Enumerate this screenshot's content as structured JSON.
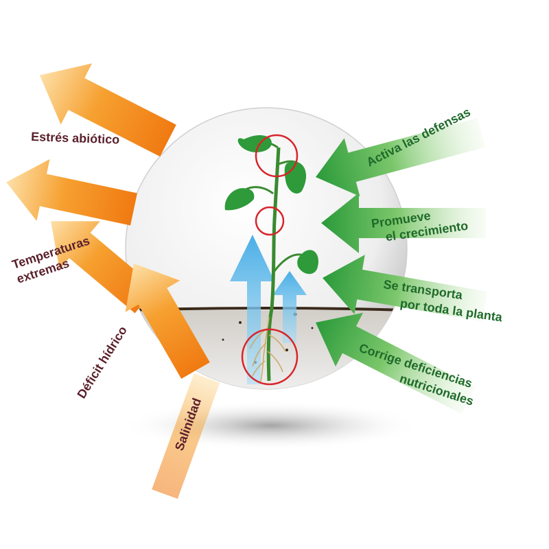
{
  "stressors": [
    {
      "id": "abiotic",
      "lines": [
        "Estrés abiótico"
      ]
    },
    {
      "id": "temperatures",
      "lines": [
        "Temperaturas",
        "extremas"
      ]
    },
    {
      "id": "water",
      "lines": [
        "Déficit hídrico"
      ]
    },
    {
      "id": "salinity",
      "lines": [
        "Salinidad"
      ]
    }
  ],
  "benefits": [
    {
      "id": "defenses",
      "lines": [
        "Activa las defensas"
      ]
    },
    {
      "id": "growth",
      "lines": [
        "Promueve",
        "el crecimiento"
      ]
    },
    {
      "id": "transport",
      "lines": [
        "Se transporta",
        "por toda la planta"
      ]
    },
    {
      "id": "nutrition",
      "lines": [
        "Corrige deficiencias",
        "nutricionales"
      ]
    }
  ],
  "colors": {
    "stress_text": "#5a1f2a",
    "stress_arrow_dark": "#f07a12",
    "stress_arrow_light": "#fde0a8",
    "benefit_text": "#1f6a2a",
    "benefit_arrow_dark": "#2a9a3a",
    "benefit_arrow_light": "#d8f0c8",
    "highlight_circle": "#d8242a",
    "up_arrow": "#5ab4e8",
    "leaf": "#2e9a3a",
    "soil": "#3a2a1a"
  }
}
